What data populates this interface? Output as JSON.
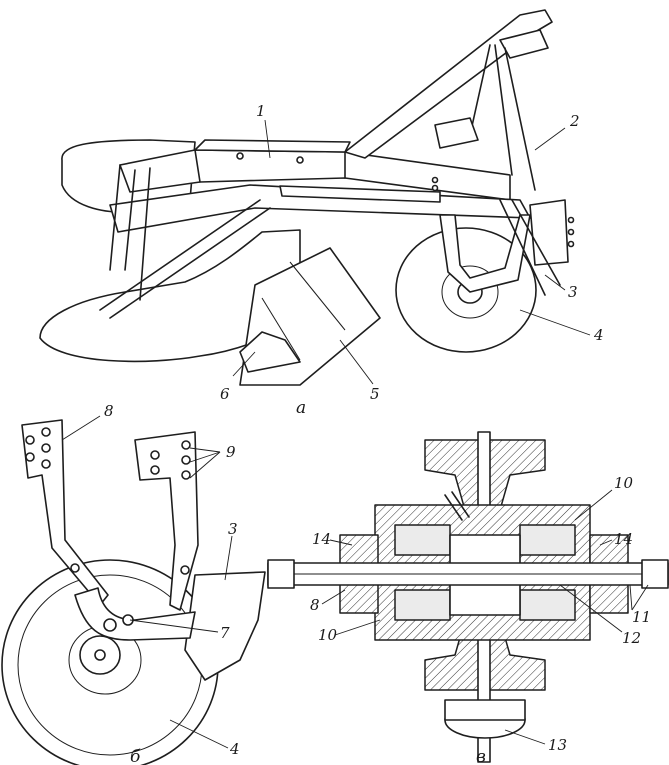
{
  "figure": {
    "view_a": {
      "caption": "а",
      "labels": [
        "1",
        "2",
        "3",
        "4",
        "5",
        "6"
      ]
    },
    "view_b": {
      "caption": "б",
      "labels": [
        "8",
        "9",
        "3",
        "7",
        "4"
      ]
    },
    "view_c": {
      "caption": "в",
      "labels": [
        "10",
        "14",
        "14",
        "8",
        "11",
        "10",
        "12",
        "13"
      ]
    }
  }
}
